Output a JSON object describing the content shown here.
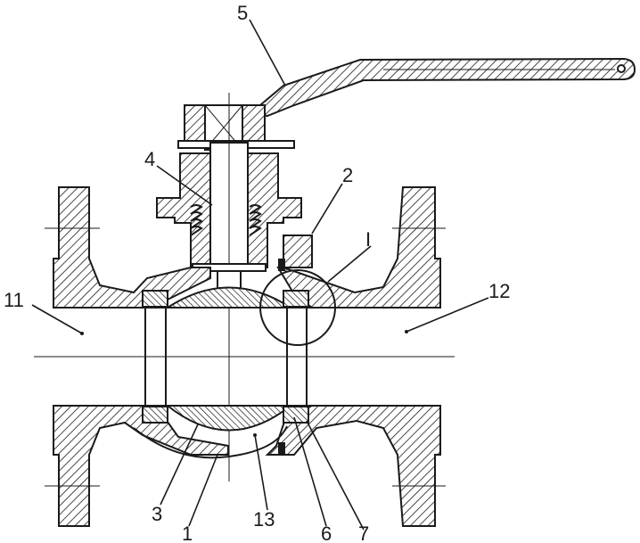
{
  "labels": {
    "l1": "1",
    "l2": "2",
    "l3": "3",
    "l4": "4",
    "l5": "5",
    "l6": "6",
    "l7": "7",
    "l11": "11",
    "l12": "12",
    "l13": "13",
    "detail": "I"
  }
}
